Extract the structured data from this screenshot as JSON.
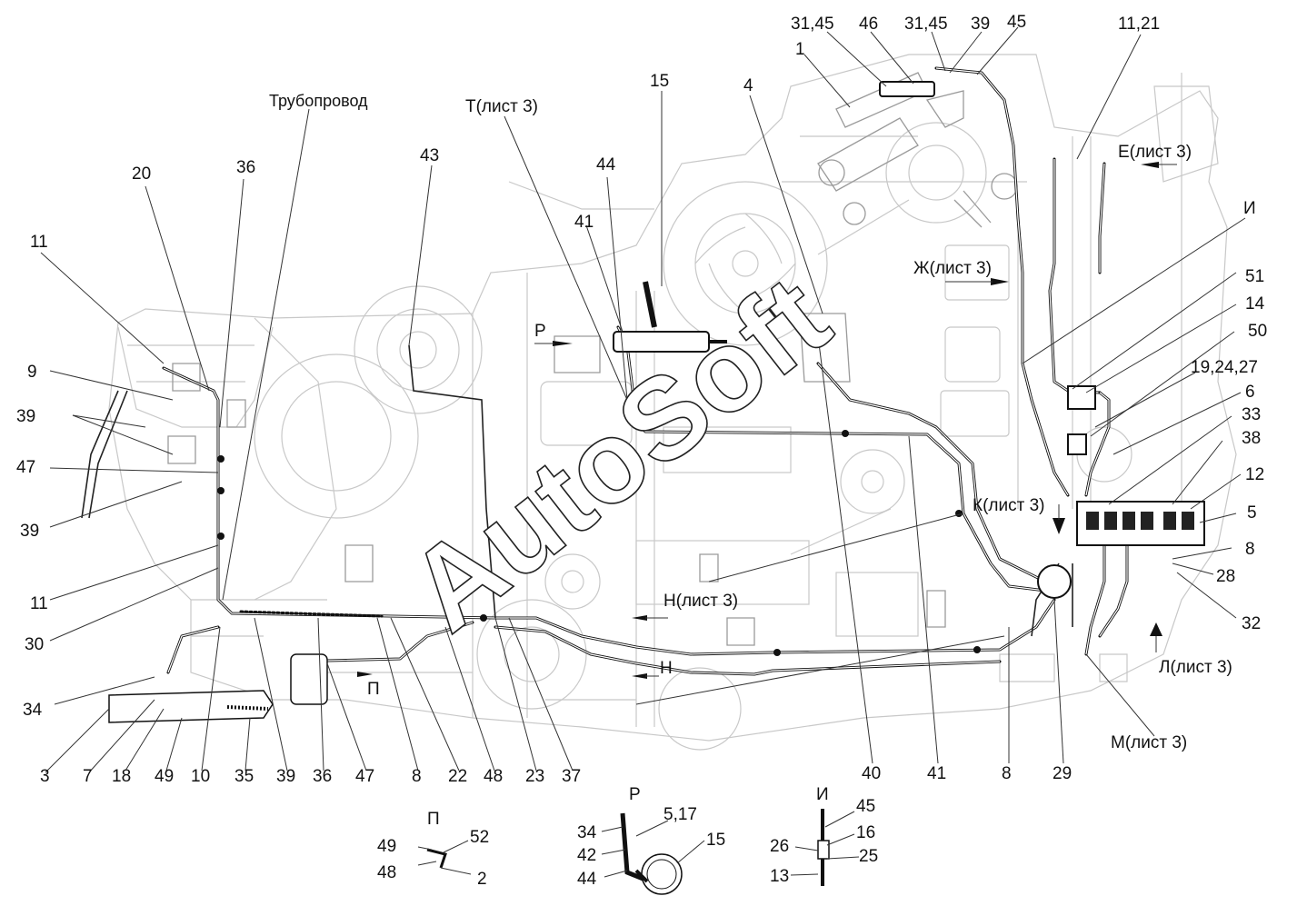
{
  "watermark": "AutoSoft",
  "labels": {
    "l_31_45_a": "31,45",
    "l_46": "46",
    "l_31_45_b": "31,45",
    "l_39_top": "39",
    "l_45_top": "45",
    "l_11_21": "11,21",
    "l_1": "1",
    "l_truboprovod": "Трубопровод",
    "l_t_list3": "Т(лист 3)",
    "l_15_top": "15",
    "l_4": "4",
    "l_e_list3": "Е(лист 3)",
    "l_43": "43",
    "l_20": "20",
    "l_36_top": "36",
    "l_44_top": "44",
    "l_41_top": "41",
    "l_i": "И",
    "l_11_left": "11",
    "l_zh_list3": "Ж(лист 3)",
    "l_51": "51",
    "l_14": "14",
    "l_50": "50",
    "l_r": "Р",
    "l_9": "9",
    "l_19_24_27": "19,24,27",
    "l_39_a": "39",
    "l_6": "6",
    "l_33": "33",
    "l_38": "38",
    "l_47_left": "47",
    "l_12": "12",
    "l_k_list3": "К(лист 3)",
    "l_5": "5",
    "l_39_b": "39",
    "l_8_right": "8",
    "l_28": "28",
    "l_11_b": "11",
    "l_n_list3": "Н(лист 3)",
    "l_32": "32",
    "l_30": "30",
    "l_l_list3": "Л(лист 3)",
    "l_n": "Н",
    "l_p_arrow": "П",
    "l_34": "34",
    "l_m_list3": "М(лист 3)",
    "b_3": "3",
    "b_7": "7",
    "b_18": "18",
    "b_49": "49",
    "b_10": "10",
    "b_35": "35",
    "b_39": "39",
    "b_36": "36",
    "b_47": "47",
    "b_8": "8",
    "b_22": "22",
    "b_48": "48",
    "b_23": "23",
    "b_37": "37",
    "b_40": "40",
    "b_41": "41",
    "b_8b": "8",
    "b_29": "29",
    "dp_title": "П",
    "dp_49": "49",
    "dp_52": "52",
    "dp_48": "48",
    "dp_2": "2",
    "dr_title": "Р",
    "dr_5_17": "5,17",
    "dr_34": "34",
    "dr_15": "15",
    "dr_42": "42",
    "dr_44": "44",
    "di_title": "И",
    "di_45": "45",
    "di_16": "16",
    "di_26": "26",
    "di_25": "25",
    "di_13": "13"
  }
}
